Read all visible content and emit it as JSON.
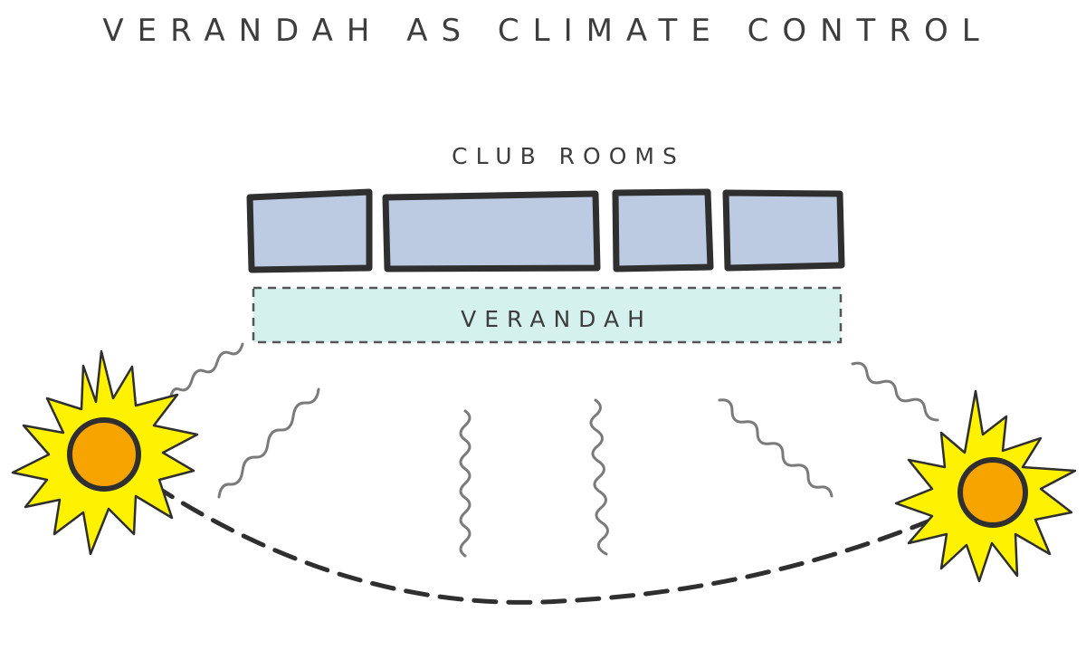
{
  "title": "VERANDAH AS CLIMATE CONTROL",
  "labels": {
    "club_rooms": "CLUB ROOMS",
    "verandah": "VERANDAH"
  },
  "colors": {
    "room_fill": "#bccae2",
    "verandah_fill": "#d5f1ee",
    "sun_rays": "#fff200",
    "sun_core": "#f7a400",
    "outline": "#2f2f2f",
    "wave": "#7a7a7a",
    "text": "#3d3d3d"
  },
  "icons": [
    "sun-icon",
    "heat-wave-icon"
  ]
}
